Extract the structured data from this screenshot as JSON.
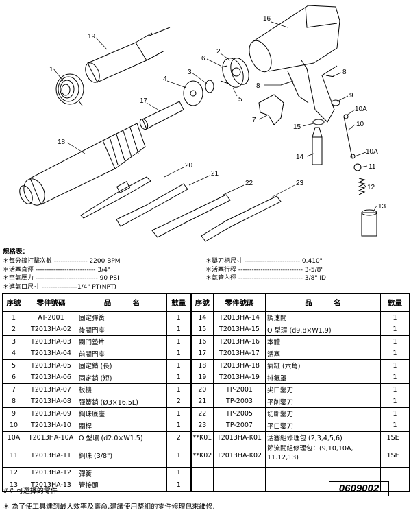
{
  "callouts": [
    "1",
    "2",
    "3",
    "4",
    "5",
    "6",
    "7",
    "8",
    "8",
    "9",
    "10A",
    "10",
    "10A",
    "11",
    "12",
    "13",
    "14",
    "15",
    "16",
    "17",
    "18",
    "19",
    "20",
    "21",
    "22",
    "23"
  ],
  "specs": {
    "title": "規格表：",
    "left": [
      "＊每分鐘打擊次數 --------------- 2200 BPM",
      "＊活塞直徑 --------------------------- 3/4\"",
      "＊空氣壓力 ---------------------------- 90 PSI",
      "＊進氣口尺寸 ----------------1/4\" PT(NPT)"
    ],
    "right": [
      "＊鑿刀柄尺寸 ------------------------- 0.410\"",
      "＊活塞行程 ----------------------------- 3-5/8\"",
      "＊氣管內徑 ----------------------------- 3/8\" ID"
    ]
  },
  "table": {
    "headers": [
      "序號",
      "零件號碼",
      "品　　　名",
      "數量",
      "序號",
      "零件號碼",
      "品　　　名",
      "數量"
    ],
    "rows": [
      [
        "1",
        "AT-2001",
        "固定彈簧",
        "1",
        "14",
        "T2013HA-14",
        "調速閥",
        "1"
      ],
      [
        "2",
        "T2013HA-02",
        "後閥門座",
        "1",
        "15",
        "T2013HA-15",
        "O 型環 (d9.8×W1.9)",
        "1"
      ],
      [
        "3",
        "T2013HA-03",
        "閥門墊片",
        "1",
        "16",
        "T2013HA-16",
        "本體",
        "1"
      ],
      [
        "4",
        "T2013HA-04",
        "前閥門座",
        "1",
        "17",
        "T2013HA-17",
        "活塞",
        "1"
      ],
      [
        "5",
        "T2013HA-05",
        "固定銷 (長)",
        "1",
        "18",
        "T2013HA-18",
        "氣缸 (六角)",
        "1"
      ],
      [
        "6",
        "T2013HA-06",
        "固定銷 (短)",
        "1",
        "19",
        "T2013HA-19",
        "排氣罩",
        "1"
      ],
      [
        "7",
        "T2013HA-07",
        "板機",
        "1",
        "20",
        "TP-2001",
        "尖口鑿刀",
        "1"
      ],
      [
        "8",
        "T2013HA-08",
        "彈簧銷 (Ø3×16.5L)",
        "2",
        "21",
        "TP-2003",
        "平削鑿刀",
        "1"
      ],
      [
        "9",
        "T2013HA-09",
        "鋼珠底座",
        "1",
        "22",
        "TP-2005",
        "切斷鑿刀",
        "1"
      ],
      [
        "10",
        "T2013HA-10",
        "閥桿",
        "1",
        "23",
        "TP-2007",
        "平口鑿刀",
        "1"
      ],
      [
        "10A",
        "T2013HA-10A",
        "O 型環 (d2.0×W1.5)",
        "2",
        "**K01",
        "T2013HA-K01",
        "活塞組修理包 (2,3,4,5,6)",
        "1SET"
      ],
      [
        "11",
        "T2013HA-11",
        "鋼珠 (3/8\")",
        "1",
        "**K02",
        "T2013HA-K02",
        "節流閥組修理包：(9,10,10A, 11.12,13)",
        "1SET"
      ],
      [
        "12",
        "T2013HA-12",
        "彈簧",
        "1",
        "",
        "",
        "",
        ""
      ],
      [
        "13",
        "T2013HA-13",
        "管接頭",
        "1",
        "",
        "",
        "",
        ""
      ]
    ]
  },
  "footer": {
    "note1": "## 可選擇的零件",
    "doc_number": "0609002",
    "note2": "＊ 為了使工具達到最大效率及壽命,建議使用整組的零件修理包來維修."
  }
}
